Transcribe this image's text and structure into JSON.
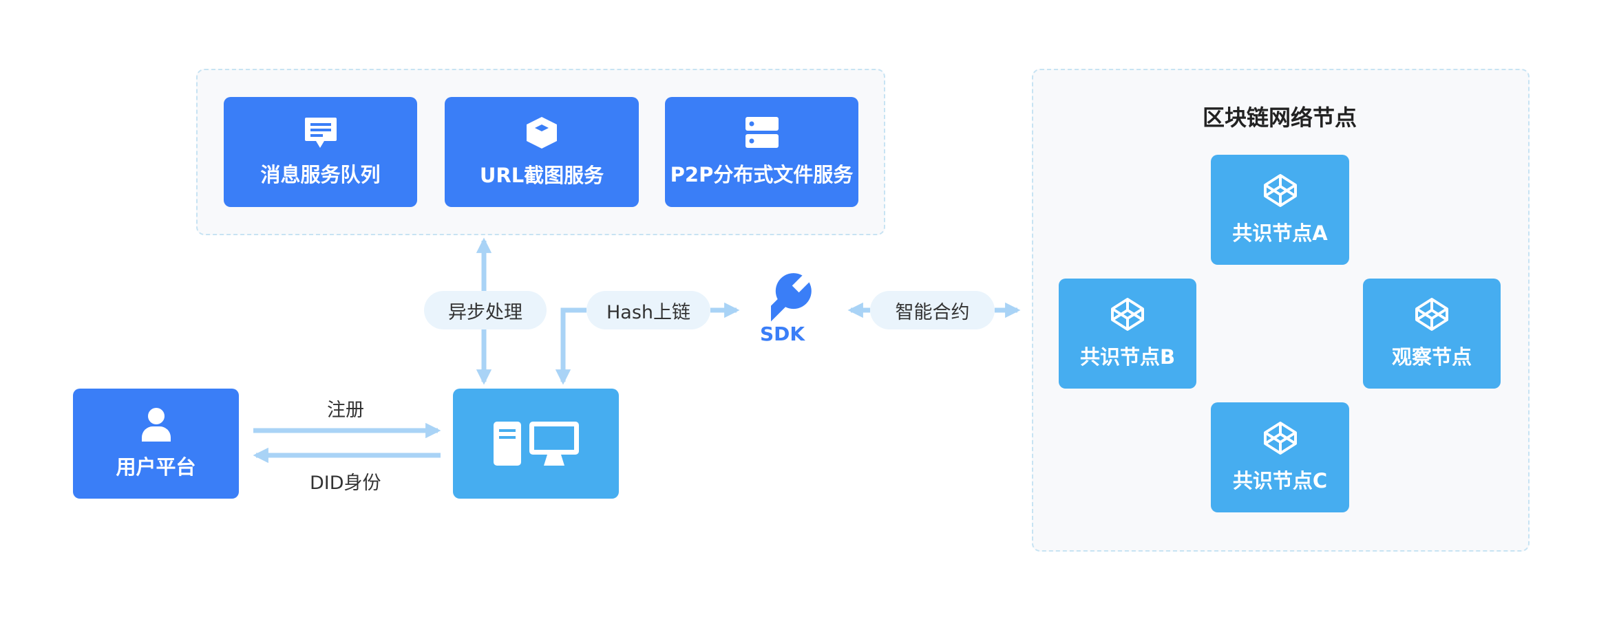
{
  "colors": {
    "primary_box": "#3a7ef7",
    "secondary_box": "#46adf0",
    "arrow": "#a9d3f6",
    "pill_bg": "#eaf4fc",
    "group_border": "#c7e3f3"
  },
  "services": {
    "items": [
      {
        "label": "消息服务队列",
        "icon": "message-icon"
      },
      {
        "label": "URL截图服务",
        "icon": "cube-icon"
      },
      {
        "label": "P2P分布式文件服务",
        "icon": "server-icon"
      }
    ]
  },
  "user_platform": {
    "label": "用户平台",
    "icon": "user-icon"
  },
  "client": {
    "icon": "computer-icon"
  },
  "edges": {
    "async": "异步处理",
    "hash": "Hash上链",
    "contract": "智能合约",
    "register": "注册",
    "did": "DID身份"
  },
  "sdk": {
    "label": "SDK",
    "icon": "wrench-icon"
  },
  "blockchain": {
    "title": "区块链网络节点",
    "node_a": "共识节点A",
    "node_b": "共识节点B",
    "node_c": "共识节点C",
    "observer": "观察节点",
    "icon": "codepen-icon"
  }
}
